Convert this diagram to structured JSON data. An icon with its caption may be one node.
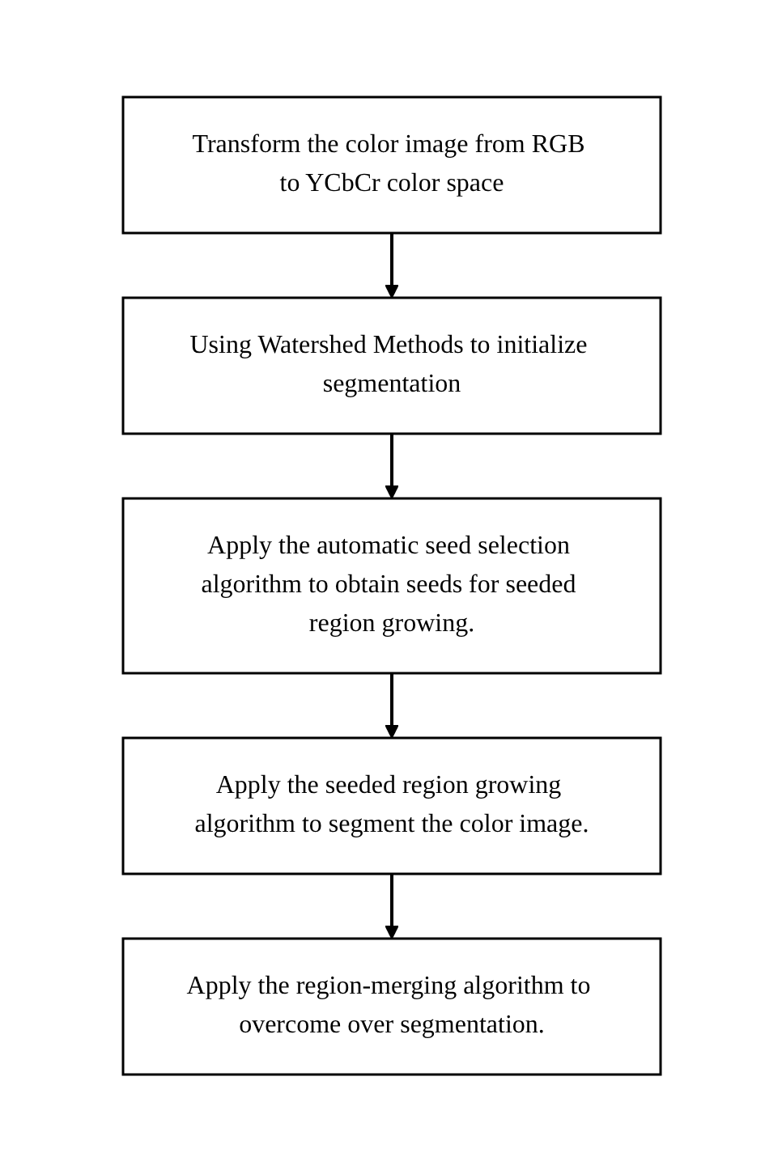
{
  "diagram": {
    "nodes": [
      {
        "text": [
          "Transform the color image from RGB to YCbCr color space"
        ]
      },
      {
        "text": [
          "Using Watershed Methods to initialize segmentation"
        ]
      },
      {
        "text": [
          "Apply the automatic seed selection algorithm to obtain seeds for seeded region growing."
        ]
      },
      {
        "text": [
          "Apply the seeded region growing algorithm to segment the color image."
        ]
      },
      {
        "text": [
          "Apply the region-merging algorithm to overcome over segmentation."
        ]
      }
    ],
    "edges": [
      {
        "from": 0,
        "to": 1,
        "arrow": "to"
      },
      {
        "from": 1,
        "to": 2,
        "arrow": "to"
      },
      {
        "from": 2,
        "to": 3,
        "arrow": "to"
      },
      {
        "from": 3,
        "to": 4,
        "arrow": "to"
      }
    ]
  }
}
